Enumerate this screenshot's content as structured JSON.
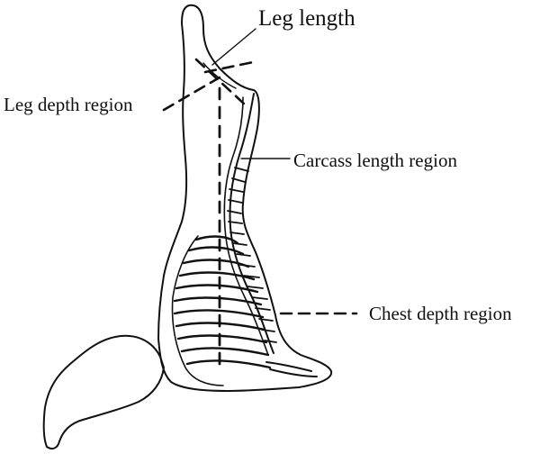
{
  "labels": {
    "leg_length": "Leg length",
    "leg_depth_region": "Leg depth region",
    "carcass_length_region": "Carcass length region",
    "chest_depth_region": "Chest depth region"
  },
  "colors": {
    "ink": "#111111",
    "background": "#ffffff"
  }
}
